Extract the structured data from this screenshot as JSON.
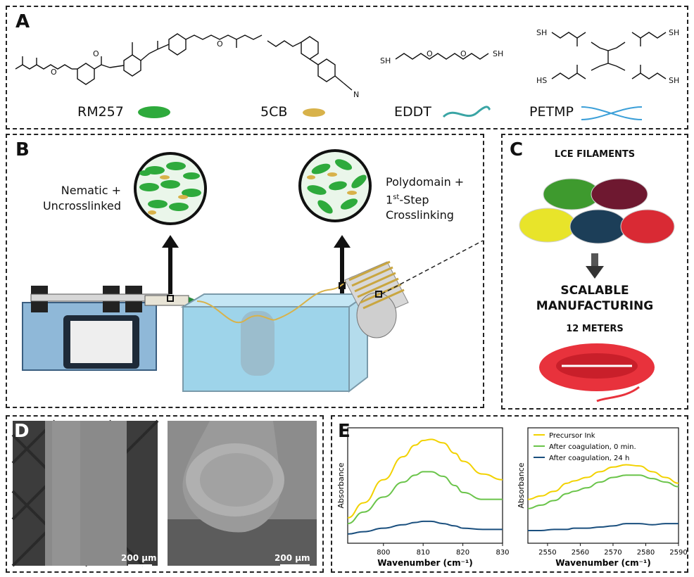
{
  "panels": {
    "a": "A",
    "b": "B",
    "c": "C",
    "d": "D",
    "e": "E"
  },
  "panel_a": {
    "molecules": [
      {
        "name": "RM257",
        "color": "#2eaa3c"
      },
      {
        "name": "5CB",
        "color": "#d8b24a"
      },
      {
        "name": "EDDT",
        "color": "#3aa5a5"
      },
      {
        "name": "PETMP",
        "color": "#3b9fd8"
      }
    ],
    "atoms": {
      "o": "O",
      "n": "N",
      "sh": "SH",
      "hs": "HS"
    }
  },
  "panel_b": {
    "state1": "Nematic +\nUncrosslinked",
    "state2_line1": "Polydomain +",
    "state2_sup_base": "1",
    "state2_sup": "st",
    "state2_rest": "-Step",
    "state2_line3": "Crosslinking"
  },
  "panel_c": {
    "title": "LCE FILAMENTS",
    "subtitle": "SCALABLE\nMANUFACTURING",
    "length": "12 METERS",
    "spool_colors": [
      "#3e9a2e",
      "#6e1830",
      "#e8e42a",
      "#1c3e58",
      "#d92a34"
    ]
  },
  "panel_d": {
    "scale1": "200 μm",
    "scale2": "200 μm"
  },
  "colors": {
    "yellow": "#f2d200",
    "green": "#6ac44a",
    "blue": "#1a4f7e"
  },
  "chart_data": [
    {
      "type": "line",
      "xlabel": "Wavenumber (cm⁻¹)",
      "ylabel": "Absorbance",
      "xlim": [
        791,
        830
      ],
      "ticks": [
        800,
        810,
        820,
        830
      ],
      "series": [
        {
          "color": "#f2d200",
          "x": [
            791,
            795,
            800,
            805,
            808,
            810,
            812,
            815,
            818,
            820,
            825,
            830
          ],
          "y": [
            0.22,
            0.35,
            0.55,
            0.75,
            0.85,
            0.89,
            0.9,
            0.87,
            0.78,
            0.71,
            0.6,
            0.55
          ]
        },
        {
          "color": "#6ac44a",
          "x": [
            791,
            795,
            800,
            805,
            808,
            810,
            812,
            815,
            818,
            820,
            825,
            830
          ],
          "y": [
            0.17,
            0.27,
            0.4,
            0.53,
            0.59,
            0.62,
            0.62,
            0.58,
            0.5,
            0.44,
            0.38,
            0.38
          ]
        },
        {
          "color": "#1a4f7e",
          "x": [
            791,
            795,
            800,
            805,
            808,
            810,
            812,
            815,
            818,
            820,
            825,
            830
          ],
          "y": [
            0.08,
            0.1,
            0.13,
            0.16,
            0.18,
            0.19,
            0.19,
            0.17,
            0.15,
            0.13,
            0.12,
            0.12
          ]
        }
      ]
    },
    {
      "type": "line",
      "xlabel": "Wavenumber (cm⁻¹)",
      "ylabel": "Absorbance",
      "xlim": [
        2544,
        2590
      ],
      "ticks": [
        2550,
        2560,
        2570,
        2580,
        2590
      ],
      "legend": [
        "Precursor Ink",
        "After coagulation, 0 min.",
        "After coagulation, 24 h"
      ],
      "series": [
        {
          "name": "Precursor Ink",
          "color": "#f2d200",
          "x": [
            2544,
            2548,
            2552,
            2556,
            2558,
            2562,
            2566,
            2570,
            2574,
            2578,
            2582,
            2586,
            2590
          ],
          "y": [
            0.38,
            0.41,
            0.45,
            0.52,
            0.54,
            0.57,
            0.62,
            0.66,
            0.68,
            0.67,
            0.62,
            0.57,
            0.52
          ]
        },
        {
          "name": "After coagulation, 0 min.",
          "color": "#6ac44a",
          "x": [
            2544,
            2548,
            2552,
            2556,
            2558,
            2562,
            2566,
            2570,
            2574,
            2578,
            2582,
            2586,
            2590
          ],
          "y": [
            0.3,
            0.33,
            0.37,
            0.43,
            0.45,
            0.48,
            0.53,
            0.57,
            0.59,
            0.59,
            0.56,
            0.53,
            0.49
          ]
        },
        {
          "name": "After coagulation, 24 h",
          "color": "#1a4f7e",
          "x": [
            2544,
            2548,
            2552,
            2556,
            2558,
            2562,
            2566,
            2570,
            2574,
            2578,
            2582,
            2586,
            2590
          ],
          "y": [
            0.11,
            0.11,
            0.12,
            0.12,
            0.13,
            0.13,
            0.14,
            0.15,
            0.17,
            0.17,
            0.16,
            0.17,
            0.17
          ]
        }
      ]
    }
  ]
}
